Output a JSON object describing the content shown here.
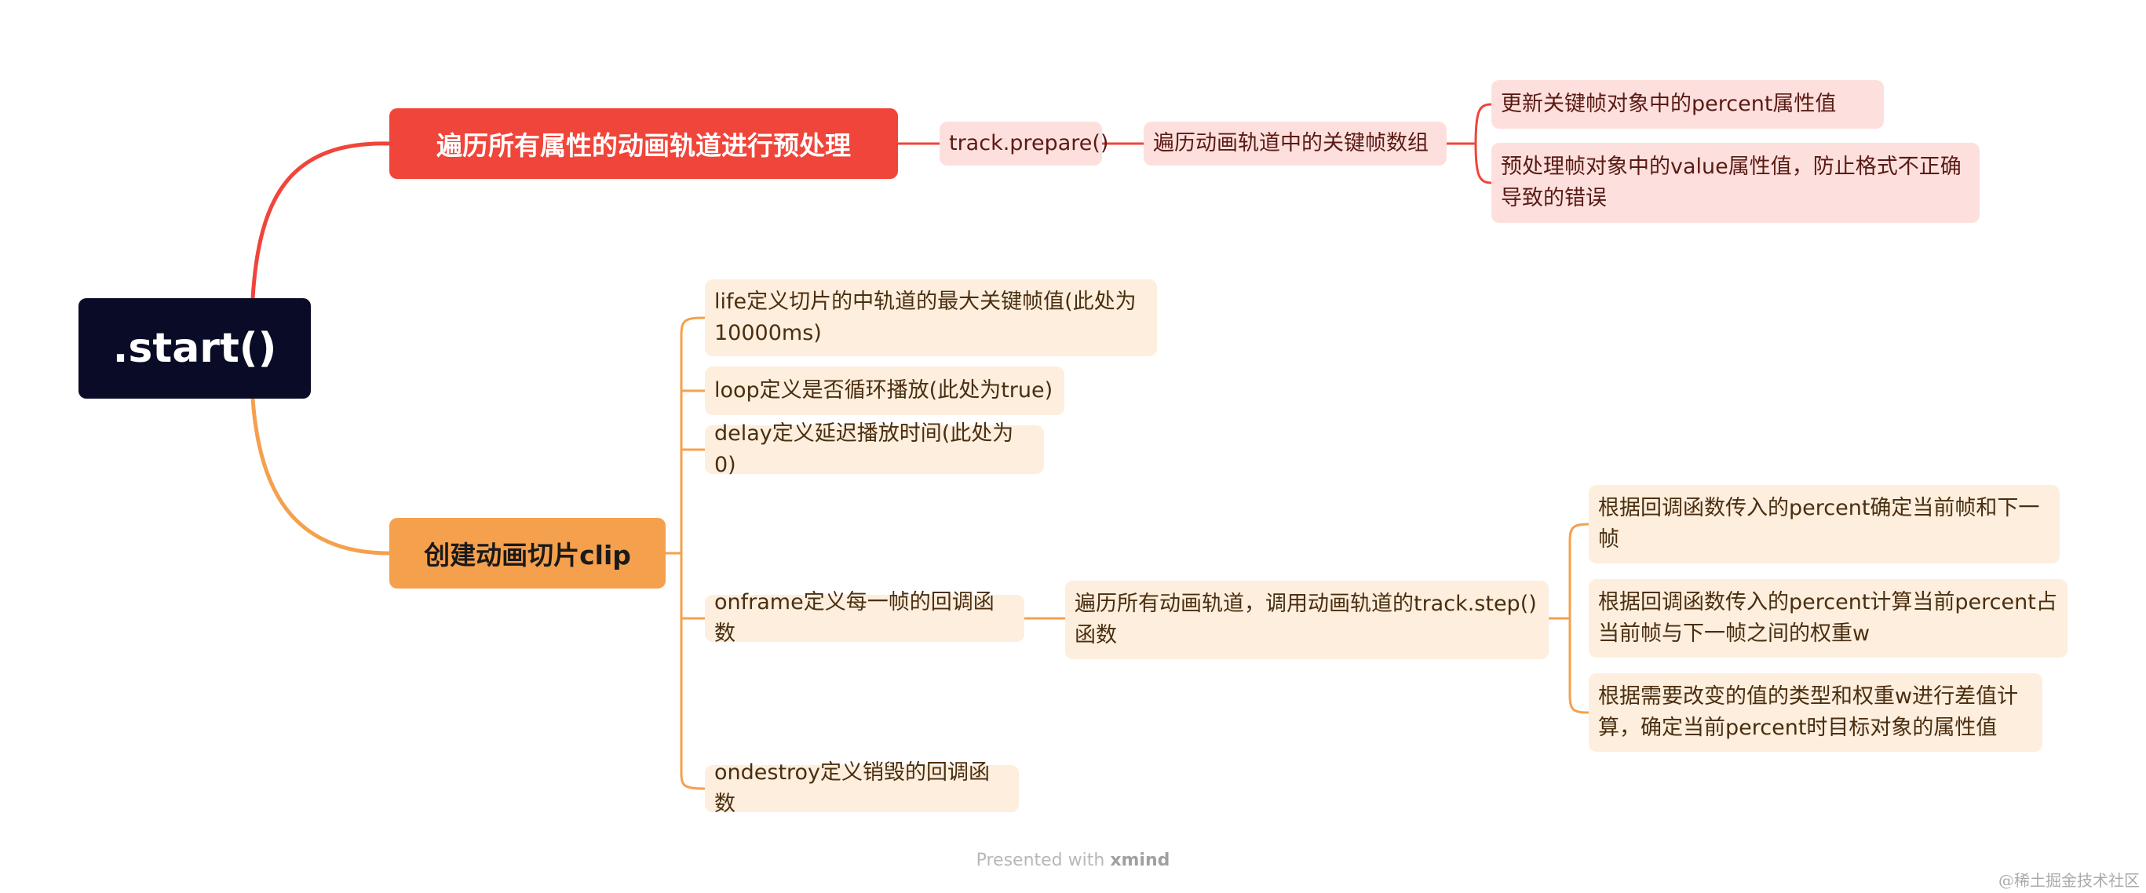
{
  "root": {
    "label": ".start()"
  },
  "branches": [
    {
      "label": "遍历所有属性的动画轨道进行预处理",
      "color": "#f0453a",
      "children": [
        {
          "label": "track.prepare()",
          "children": [
            {
              "label": "遍历动画轨道中的关键帧数组",
              "children": [
                {
                  "label": "更新关键帧对象中的percent属性值"
                },
                {
                  "label": "预处理帧对象中的value属性值，防止格式不正确导致的错误"
                }
              ]
            }
          ]
        }
      ]
    },
    {
      "label": "创建动画切片clip",
      "color": "#f5a04d",
      "children": [
        {
          "label": "life定义切片的中轨道的最大关键帧值(此处为10000ms)"
        },
        {
          "label": "loop定义是否循环播放(此处为true)"
        },
        {
          "label": "delay定义延迟播放时间(此处为0)"
        },
        {
          "label": "onframe定义每一帧的回调函数",
          "children": [
            {
              "label": "遍历所有动画轨道，调用动画轨道的track.step()函数",
              "children": [
                {
                  "label": "根据回调函数传入的percent确定当前帧和下一帧"
                },
                {
                  "label": "根据回调函数传入的percent计算当前percent占当前帧与下一帧之间的权重w"
                },
                {
                  "label": "根据需要改变的值的类型和权重w进行差值计算，确定当前percent时目标对象的属性值"
                }
              ]
            }
          ]
        },
        {
          "label": "ondestroy定义销毁的回调函数"
        }
      ]
    }
  ],
  "footer": {
    "prefix": "Presented with",
    "brand": "xmind"
  },
  "watermark": "@稀土掘金技术社区"
}
